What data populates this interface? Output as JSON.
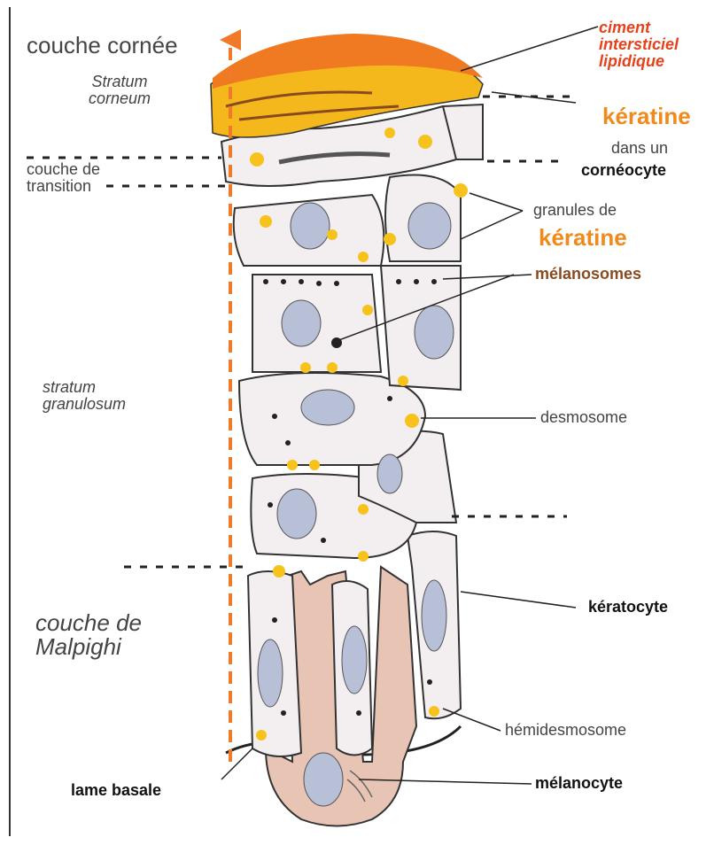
{
  "labels": {
    "couche_cornee": "couche cornée",
    "stratum_corneum": [
      "Stratum",
      "corneum"
    ],
    "couche_transition": [
      "couche de",
      "transition"
    ],
    "stratum_granulosum": [
      "stratum",
      "granulosum"
    ],
    "couche_malpighi": [
      "couche de",
      "Malpighi"
    ],
    "lame_basale": "lame basale",
    "ciment": [
      "ciment",
      "intersticiel",
      "lipidique"
    ],
    "keratine_1": "kératine",
    "dans_un": "dans un",
    "corneocyte": "cornéocyte",
    "granules_de": "granules de",
    "keratine_2": "kératine",
    "melanosomes": "mélanosomes",
    "desmosome": "desmosome",
    "keratocyte": "kératocyte",
    "hemidesmosome": "hémidesmosome",
    "melanocyte": "mélanocyte"
  },
  "colors": {
    "arrow": "#f07a2a",
    "lipid": "#ef7a22",
    "keratin": "#f4b81c",
    "cell_fill": "#f3eef0",
    "nucleus": "#b8c0d8",
    "melanocyte": "#e8c4b4",
    "granule": "#f7c21c",
    "melanosome_text": "#8a4a20",
    "ciment_text": "#e6421c"
  }
}
